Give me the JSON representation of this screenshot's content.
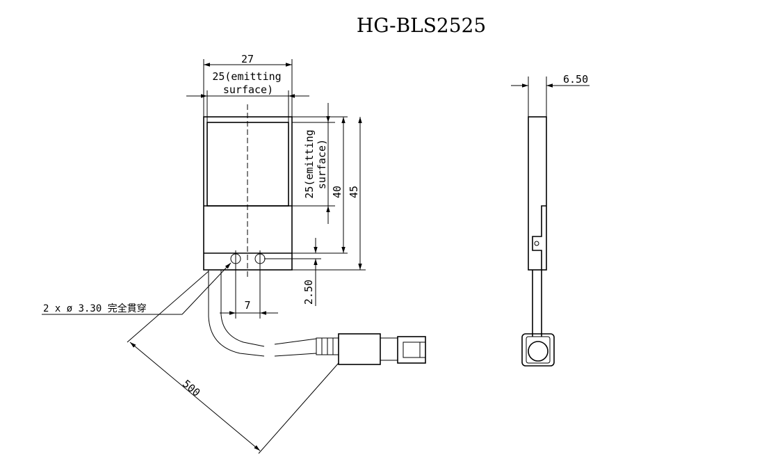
{
  "title": "HG-BLS2525",
  "front_view": {
    "width_total": "27",
    "width_emitting": "25(emitting",
    "width_emitting_2": "surface)",
    "height_emitting": "25(emitting",
    "height_emitting_2": "surface)",
    "height_40": "40",
    "height_45": "45",
    "hole_offset": "2.50",
    "hole_pitch": "7",
    "hole_note": "2 x ø 3.30 完全貫穿",
    "cable_length": "500"
  },
  "side_view": {
    "thickness": "6.50"
  }
}
